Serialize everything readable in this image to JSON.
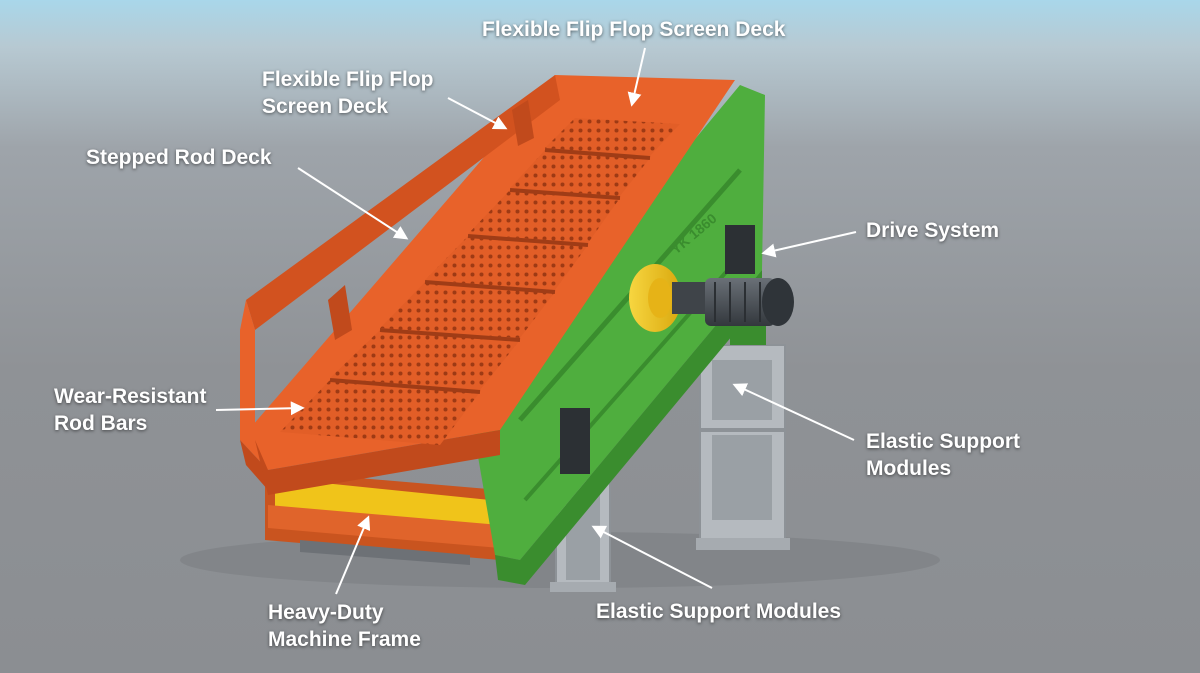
{
  "colors": {
    "frame_orange": "#e8622a",
    "frame_orange_dark": "#c14a1c",
    "side_green": "#4fae3e",
    "side_green_dark": "#3a8d2e",
    "drive_yellow": "#f2c81a",
    "motor_gray": "#4a5056",
    "support_gray": "#aeb3b8",
    "label_text": "#ffffff"
  },
  "labels": {
    "top_deck": "Flexible Flip Flop Screen Deck",
    "flip_flop_deck": {
      "line1": "Flexible Flip Flop",
      "line2": "Screen Deck"
    },
    "stepped_rod_deck": "Stepped Rod Deck",
    "drive_system": "Drive System",
    "wear_resistant": {
      "line1": "Wear-Resistant",
      "line2": "Rod Bars"
    },
    "elastic_support_right": {
      "line1": "Elastic Support",
      "line2": "Modules"
    },
    "heavy_duty_frame": {
      "line1": "Heavy-Duty",
      "line2": "Machine Frame"
    },
    "elastic_support_bottom": "Elastic Support Modules"
  },
  "machine": {
    "plate_text": "YK 1860"
  }
}
